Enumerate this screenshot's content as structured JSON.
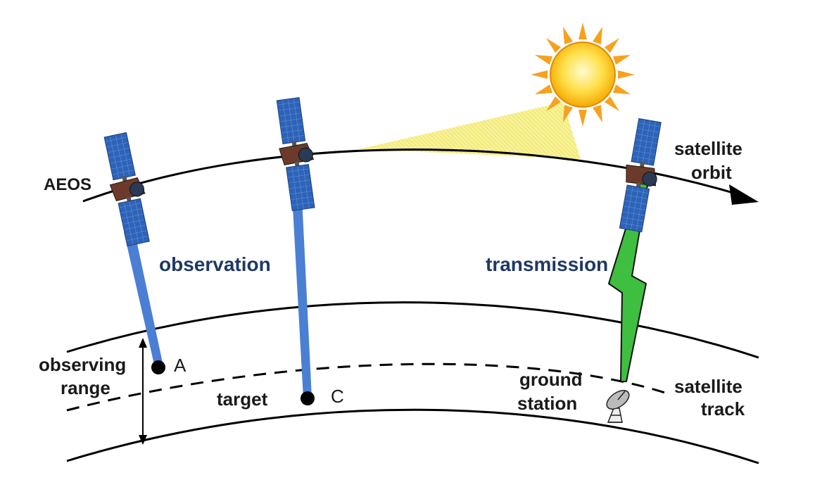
{
  "labels": {
    "aeos": "AEOS",
    "satellite_orbit_1": "satellite",
    "satellite_orbit_2": "orbit",
    "observation": "observation",
    "transmission": "transmission",
    "observing_range_1": "observing",
    "observing_range_2": "range",
    "point_a": "A",
    "point_c": "C",
    "target": "target",
    "ground_station_1": "ground",
    "ground_station_2": "station",
    "satellite_track_1": "satellite",
    "satellite_track_2": "track"
  },
  "colors": {
    "beam": "#4a7fd4",
    "transmission_bolt": "#3fbf3f",
    "sunlight": "#f7f08a",
    "sun": "#ffd21f",
    "text_navy": "#1f3864",
    "solar_panel": "#2d63b8"
  },
  "icons": [
    "satellite-icon",
    "sun-icon",
    "ground-station-icon"
  ]
}
